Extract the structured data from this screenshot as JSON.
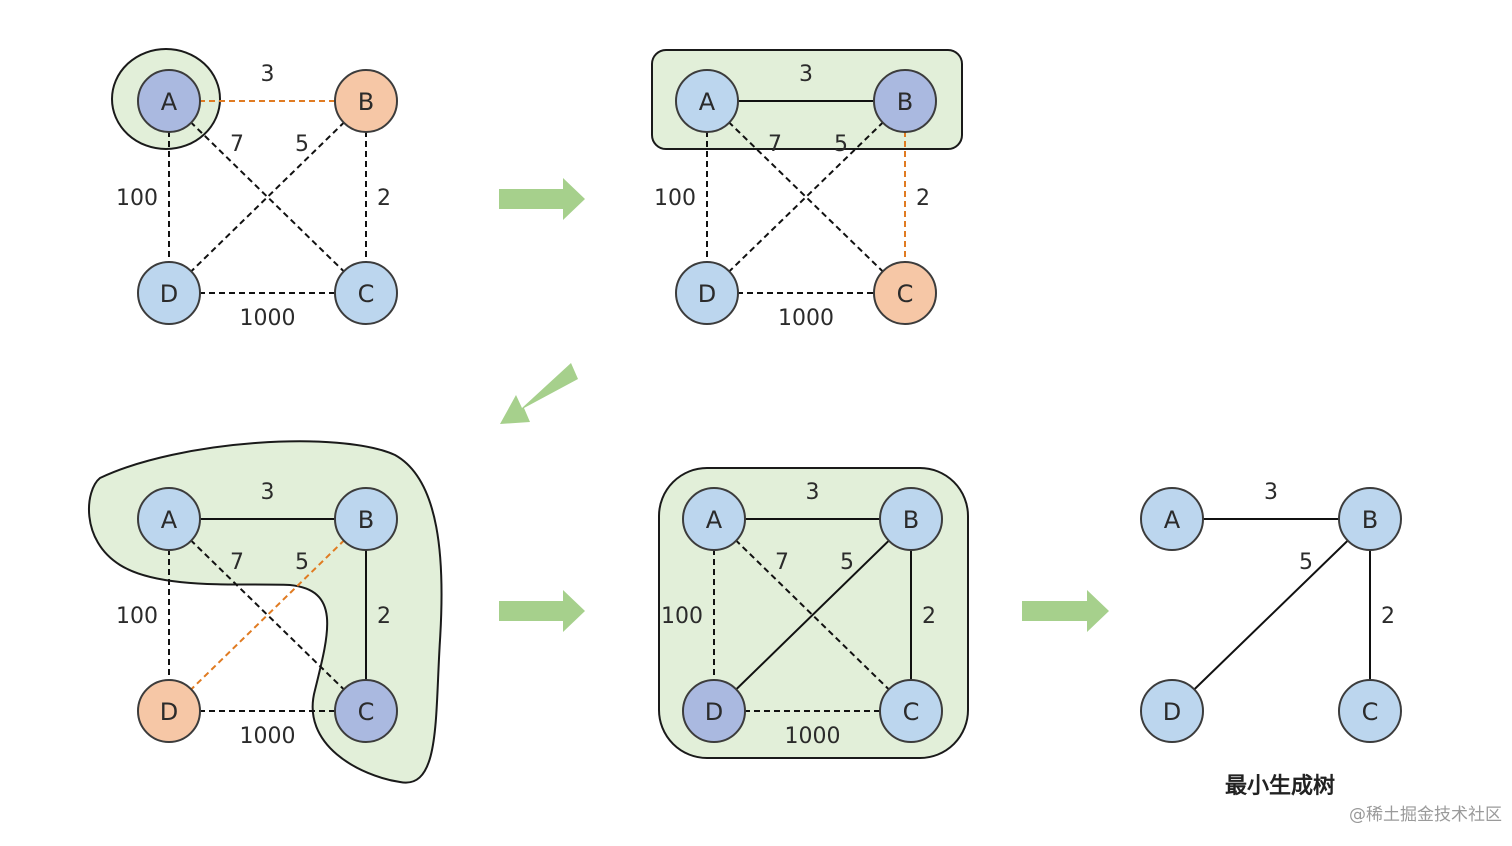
{
  "colors": {
    "node_default": "#bcd6ee",
    "node_selected": "#aab9e0",
    "node_candidate": "#f6c7a6",
    "region_fill": "#e2efd9",
    "arrow": "#a6d08c",
    "edge_candidate": "#e07b22",
    "edge_line": "#111111"
  },
  "node_labels": {
    "A": "A",
    "B": "B",
    "C": "C",
    "D": "D"
  },
  "panels": [
    {
      "id": "step-1",
      "node_state": {
        "A": "selected",
        "B": "candidate",
        "C": "default",
        "D": "default"
      },
      "edges": [
        {
          "from": "A",
          "to": "B",
          "weight": "3",
          "style": "candidate"
        },
        {
          "from": "A",
          "to": "C",
          "weight": "7",
          "style": "dashed"
        },
        {
          "from": "B",
          "to": "D",
          "weight": "5",
          "style": "dashed"
        },
        {
          "from": "B",
          "to": "C",
          "weight": "2",
          "style": "dashed"
        },
        {
          "from": "A",
          "to": "D",
          "weight": "100",
          "style": "dashed"
        },
        {
          "from": "D",
          "to": "C",
          "weight": "1000",
          "style": "dashed"
        }
      ]
    },
    {
      "id": "step-2",
      "node_state": {
        "A": "default",
        "B": "selected",
        "C": "candidate",
        "D": "default"
      },
      "edges": [
        {
          "from": "A",
          "to": "B",
          "weight": "3",
          "style": "solid"
        },
        {
          "from": "A",
          "to": "C",
          "weight": "7",
          "style": "dashed"
        },
        {
          "from": "B",
          "to": "D",
          "weight": "5",
          "style": "dashed"
        },
        {
          "from": "B",
          "to": "C",
          "weight": "2",
          "style": "candidate"
        },
        {
          "from": "A",
          "to": "D",
          "weight": "100",
          "style": "dashed"
        },
        {
          "from": "D",
          "to": "C",
          "weight": "1000",
          "style": "dashed"
        }
      ]
    },
    {
      "id": "step-3",
      "node_state": {
        "A": "default",
        "B": "default",
        "C": "selected",
        "D": "candidate"
      },
      "edges": [
        {
          "from": "A",
          "to": "B",
          "weight": "3",
          "style": "solid"
        },
        {
          "from": "A",
          "to": "C",
          "weight": "7",
          "style": "dashed"
        },
        {
          "from": "B",
          "to": "D",
          "weight": "5",
          "style": "candidate"
        },
        {
          "from": "B",
          "to": "C",
          "weight": "2",
          "style": "solid"
        },
        {
          "from": "A",
          "to": "D",
          "weight": "100",
          "style": "dashed"
        },
        {
          "from": "D",
          "to": "C",
          "weight": "1000",
          "style": "dashed"
        }
      ]
    },
    {
      "id": "step-4",
      "node_state": {
        "A": "default",
        "B": "default",
        "C": "default",
        "D": "selected"
      },
      "edges": [
        {
          "from": "A",
          "to": "B",
          "weight": "3",
          "style": "solid"
        },
        {
          "from": "A",
          "to": "C",
          "weight": "7",
          "style": "dashed"
        },
        {
          "from": "B",
          "to": "D",
          "weight": "5",
          "style": "solid"
        },
        {
          "from": "B",
          "to": "C",
          "weight": "2",
          "style": "solid"
        },
        {
          "from": "A",
          "to": "D",
          "weight": "100",
          "style": "dashed"
        },
        {
          "from": "D",
          "to": "C",
          "weight": "1000",
          "style": "dashed"
        }
      ]
    },
    {
      "id": "result",
      "node_state": {
        "A": "default",
        "B": "default",
        "C": "default",
        "D": "default"
      },
      "edges": [
        {
          "from": "A",
          "to": "B",
          "weight": "3",
          "style": "solid"
        },
        {
          "from": "B",
          "to": "D",
          "weight": "5",
          "style": "solid"
        },
        {
          "from": "B",
          "to": "C",
          "weight": "2",
          "style": "solid"
        }
      ]
    }
  ],
  "result_caption": "最小生成树",
  "watermark": "@稀土掘金技术社区"
}
